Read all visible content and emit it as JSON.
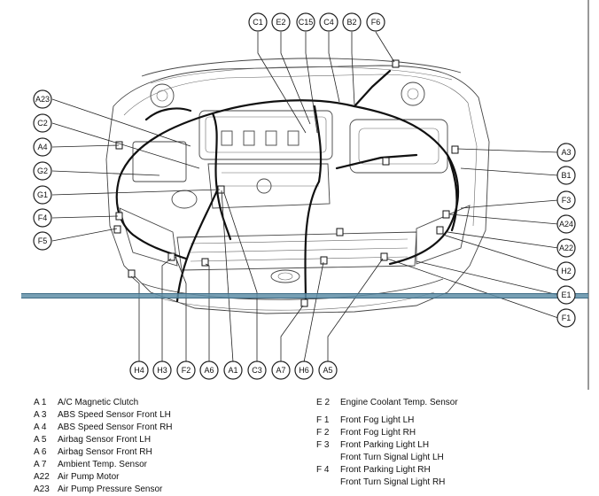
{
  "callouts_top": [
    "C1",
    "E2",
    "C15",
    "C4",
    "B2",
    "F6"
  ],
  "callouts_left": [
    "A23",
    "C2",
    "A4",
    "G2",
    "G1",
    "F4",
    "F5"
  ],
  "callouts_right": [
    "A3",
    "B1",
    "F3",
    "A24",
    "A22",
    "H2",
    "E1",
    "F1"
  ],
  "callouts_bottom": [
    "H4",
    "H3",
    "F2",
    "A6",
    "A1",
    "C3",
    "A7",
    "H6",
    "A5"
  ],
  "legend_left": [
    {
      "code": "A  1",
      "name": "A/C Magnetic Clutch"
    },
    {
      "code": "A  3",
      "name": "ABS Speed Sensor Front LH"
    },
    {
      "code": "A  4",
      "name": "ABS Speed Sensor Front RH"
    },
    {
      "code": "A  5",
      "name": "Airbag Sensor Front LH"
    },
    {
      "code": "A  6",
      "name": "Airbag Sensor Front RH"
    },
    {
      "code": "A  7",
      "name": "Ambient Temp. Sensor"
    },
    {
      "code": "A22",
      "name": "Air Pump Motor"
    },
    {
      "code": "A23",
      "name": "Air Pump Pressure Sensor"
    }
  ],
  "legend_right": [
    {
      "code": "E  2",
      "name": "Engine Coolant Temp. Sensor",
      "gap_after": true
    },
    {
      "code": "F  1",
      "name": "Front Fog Light LH"
    },
    {
      "code": "F  2",
      "name": "Front Fog Light RH"
    },
    {
      "code": "F  3",
      "name": "Front Parking Light LH"
    },
    {
      "code": "",
      "name": "Front Turn Signal Light LH"
    },
    {
      "code": "F  4",
      "name": "Front Parking Light RH"
    },
    {
      "code": "",
      "name": "Front Turn Signal Light RH"
    }
  ]
}
